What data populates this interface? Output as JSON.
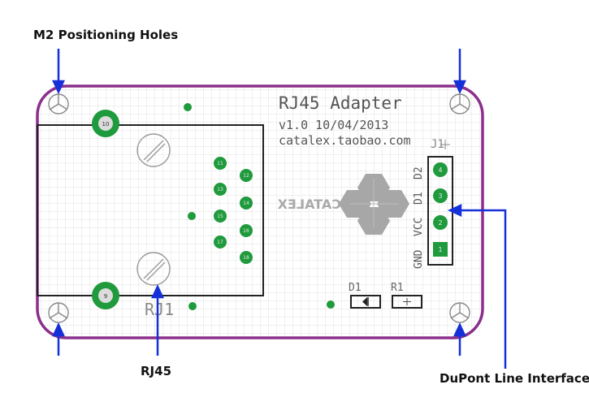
{
  "callouts": {
    "holes": "M2 Positioning Holes",
    "rj45": "RJ45",
    "dupont": "DuPont Line Interface"
  },
  "board": {
    "title": "RJ45 Adapter",
    "version": "v1.0 10/04/2013",
    "url": "catalex.taobao.com",
    "logo_text": "CATALEX",
    "rj_ref": "RJ1",
    "header_ref": "J1",
    "d1_ref": "D1",
    "r1_ref": "R1",
    "pin_labels": [
      "D2",
      "D1",
      "VCC",
      "GND"
    ],
    "pad_numbers": [
      "11",
      "12",
      "13",
      "14",
      "15",
      "16",
      "17",
      "18"
    ],
    "header_pins": [
      "4",
      "3",
      "2",
      "1"
    ],
    "mount_hole_top": "10",
    "mount_hole_bottom": "9"
  },
  "colors": {
    "board_outline": "#8b2f8b",
    "pad_green": "#1f9a3c",
    "arrow_blue": "#1530d8",
    "grid": "#e4e4e4"
  }
}
